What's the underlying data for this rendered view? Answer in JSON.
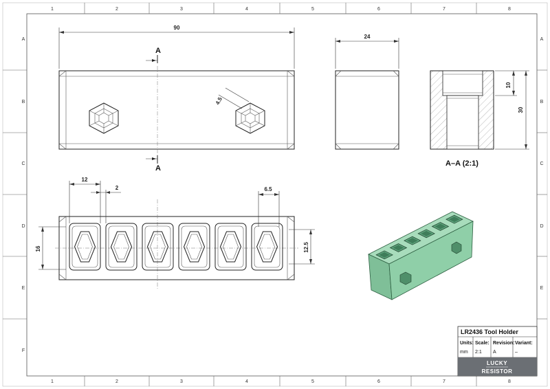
{
  "sheet": {
    "columns": [
      "1",
      "2",
      "3",
      "4",
      "5",
      "6",
      "7",
      "8"
    ],
    "rows": [
      "A",
      "B",
      "C",
      "D",
      "E",
      "F"
    ]
  },
  "dimensions": {
    "overall_length": "90",
    "width": "24",
    "hex_size": "4.5",
    "section_top": "10",
    "section_height": "30",
    "pitch": "12",
    "wall": "2",
    "pocket_width": "6.5",
    "depth_left": "16",
    "pocket_length": "12.5"
  },
  "section": {
    "marker": "A",
    "label": "A–A (2:1)"
  },
  "title_block": {
    "title": "LR2436 Tool Holder",
    "units_label": "Units:",
    "units_value": "mm",
    "scale_label": "Scale:",
    "scale_value": "2:1",
    "revision_label": "Revision:",
    "revision_value": "A",
    "variant_label": "Variant:",
    "variant_value": "–",
    "logo_line1": "LUCKY",
    "logo_line2": "RESISTOR"
  },
  "colors": {
    "model_fill": "#8fcfa8",
    "model_dark": "#5fa67e",
    "logo_bg": "#6b6f74"
  }
}
